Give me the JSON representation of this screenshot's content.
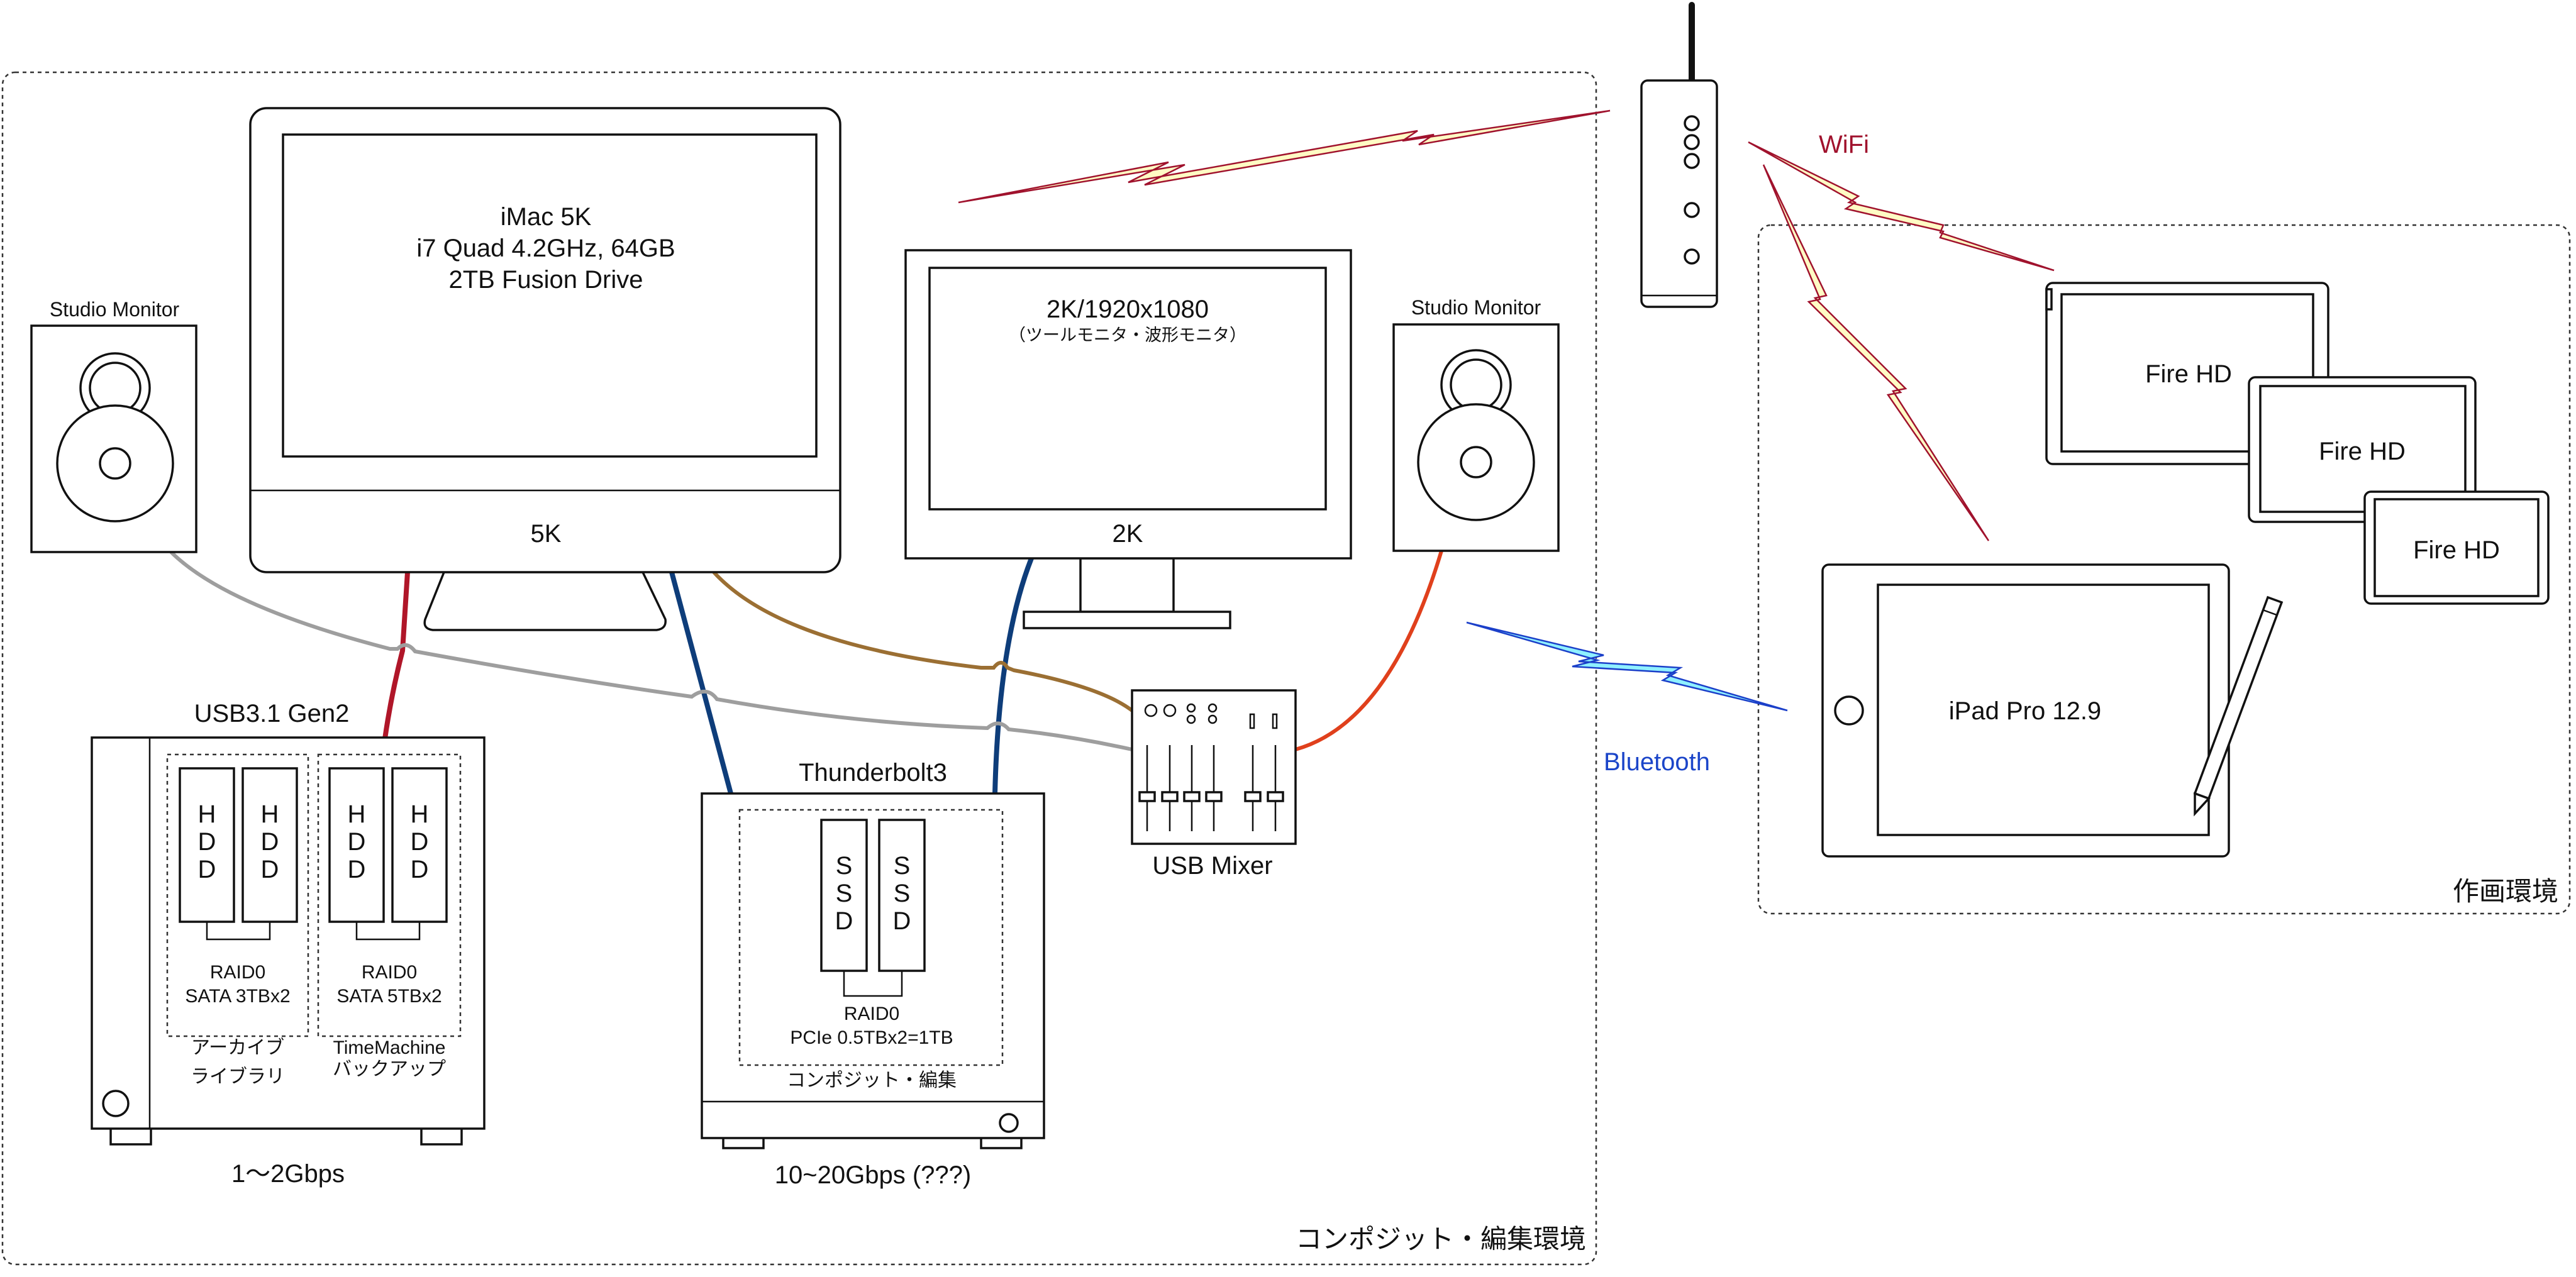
{
  "zones": {
    "composite_edit": "コンポジット・編集環境",
    "drawing": "作画環境"
  },
  "imac": {
    "title": "iMac 5K",
    "spec": "i7 Quad 4.2GHz, 64GB",
    "storage": "2TB Fusion Drive",
    "chin_label": "5K"
  },
  "monitor2k": {
    "title": "2K/1920x1080",
    "subtitle": "（ツールモニタ・波形モニタ）",
    "chin_label": "2K"
  },
  "speakers": {
    "left_label": "Studio Monitor",
    "right_label": "Studio Monitor"
  },
  "usb_storage": {
    "title": "USB3.1 Gen2",
    "hdd_label": [
      "H",
      "D",
      "D"
    ],
    "raid_left_line1": "RAID0",
    "raid_left_line2": "SATA 3TBx2",
    "raid_right_line1": "RAID0",
    "raid_right_line2": "SATA 5TBx2",
    "use_left_line1": "アーカイブ",
    "use_left_line2": "ライブラリ",
    "use_right_line1": "TimeMachine",
    "use_right_line2": "バックアップ",
    "speed": "1〜2Gbps"
  },
  "tb_storage": {
    "title": "Thunderbolt3",
    "ssd_label": [
      "S",
      "S",
      "D"
    ],
    "raid_line1": "RAID0",
    "raid_line2": "PCIe 0.5TBx2=1TB",
    "use": "コンポジット・編集",
    "speed": "10~20Gbps (???)"
  },
  "mixer": {
    "label": "USB Mixer"
  },
  "wireless": {
    "wifi": "WiFi",
    "bluetooth": "Bluetooth"
  },
  "tablets": {
    "fire1": "Fire HD",
    "fire2": "Fire HD",
    "fire3": "Fire HD",
    "ipad": "iPad Pro 12.9"
  },
  "colors": {
    "usb_cable": "#b01629",
    "tb_cable": "#0e3d7a",
    "audio_cable": "#9e9e9e",
    "brown_cable": "#9b6f33",
    "red_cable": "#e0401c",
    "wifi_text": "#a0122d",
    "bluetooth_text": "#1b45c9"
  }
}
